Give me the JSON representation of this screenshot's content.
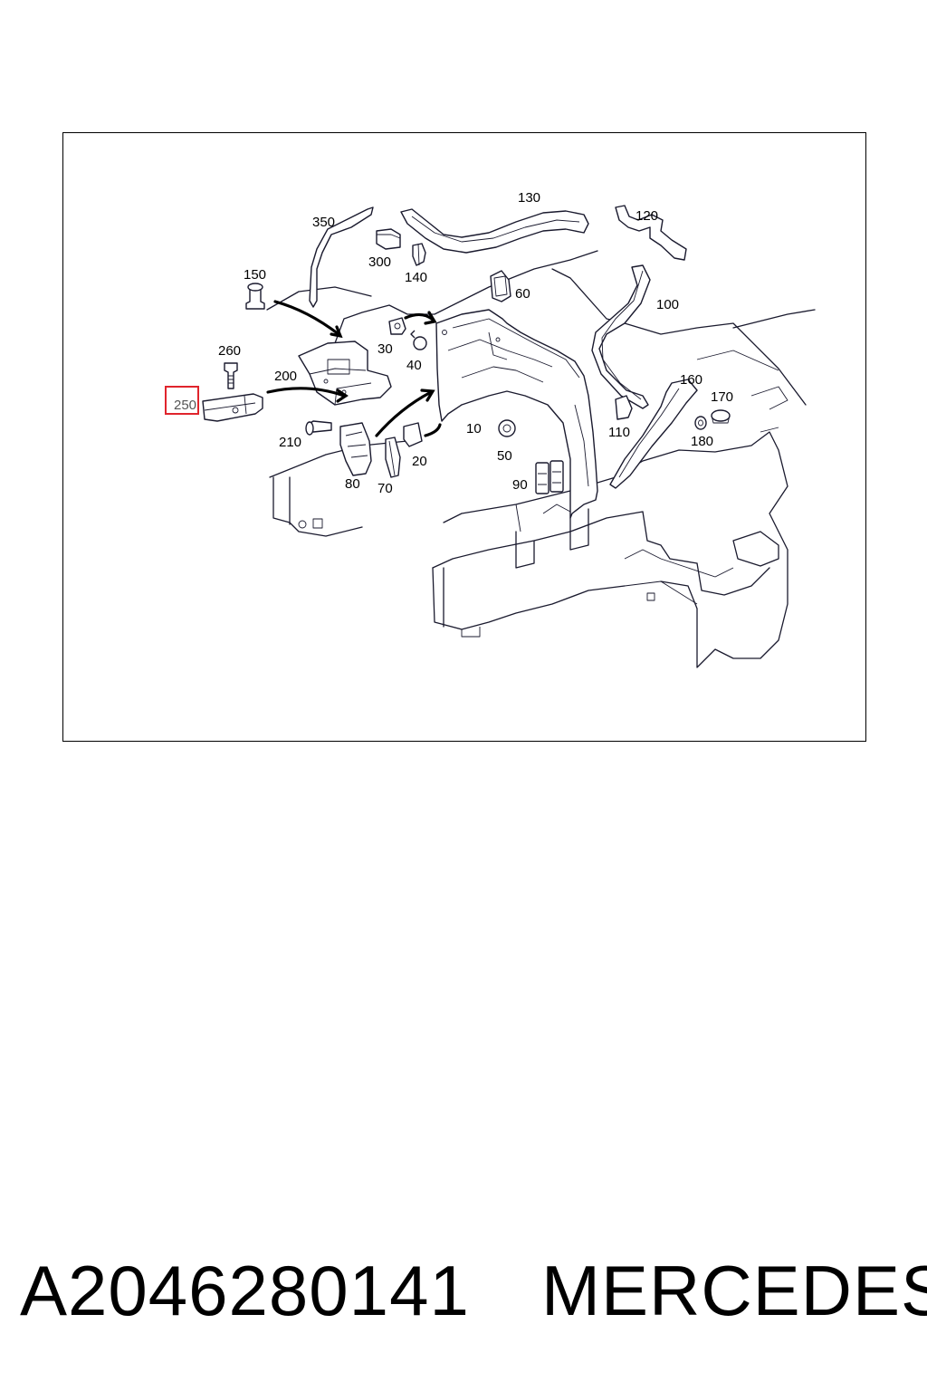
{
  "caption": {
    "part_number": "A2046280141",
    "brand": "MERCEDES"
  },
  "diagram": {
    "highlighted_label": "250",
    "highlight_color": "#e0242c",
    "callouts": [
      {
        "id": "c130",
        "text": "130"
      },
      {
        "id": "c120",
        "text": "120"
      },
      {
        "id": "c350",
        "text": "350"
      },
      {
        "id": "c300",
        "text": "300"
      },
      {
        "id": "c140",
        "text": "140"
      },
      {
        "id": "c60",
        "text": "60"
      },
      {
        "id": "c150",
        "text": "150"
      },
      {
        "id": "c100",
        "text": "100"
      },
      {
        "id": "c30",
        "text": "30"
      },
      {
        "id": "c260",
        "text": "260"
      },
      {
        "id": "c40",
        "text": "40"
      },
      {
        "id": "c200",
        "text": "200"
      },
      {
        "id": "c160",
        "text": "160"
      },
      {
        "id": "c170",
        "text": "170"
      },
      {
        "id": "c10",
        "text": "10"
      },
      {
        "id": "c110",
        "text": "110"
      },
      {
        "id": "c210",
        "text": "210"
      },
      {
        "id": "c50",
        "text": "50"
      },
      {
        "id": "c180",
        "text": "180"
      },
      {
        "id": "c20",
        "text": "20"
      },
      {
        "id": "c80",
        "text": "80"
      },
      {
        "id": "c70",
        "text": "70"
      },
      {
        "id": "c90",
        "text": "90"
      }
    ]
  }
}
